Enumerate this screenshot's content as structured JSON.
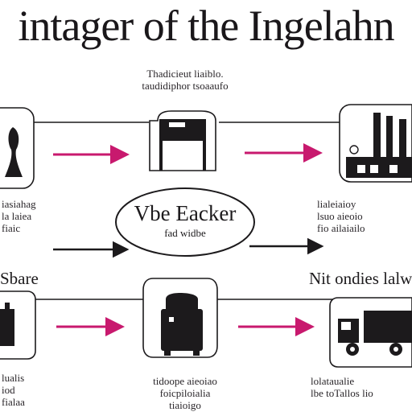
{
  "title": "intager of the Ingelahn",
  "top_caption": {
    "line1": "Thadicieut liaiblo.",
    "line2": "taudidiphor tsoaaufo"
  },
  "center": {
    "label": "Vbe Eacker",
    "sublabel": "fad widbe"
  },
  "left_captions": {
    "row1": [
      "iasiahag",
      "la laiea",
      "fiaic"
    ],
    "row2_head": "Sbare",
    "row3": [
      "lualis",
      "iod",
      "fialaa"
    ]
  },
  "right_captions": {
    "row1": [
      "lialeiaioy",
      "lsuo aieoio",
      "fio ailaiailo"
    ],
    "row2_head": "Nit ondies lalw",
    "row3": [
      "lolataualie",
      "lbe toTallos lio"
    ]
  },
  "bottom_caption": {
    "line1": "tidoope aieoiao",
    "line2": "foicpiloialia",
    "line3": "tiaioigo"
  },
  "colors": {
    "arrow_accent": "#c8196e",
    "line": "#1c1a1c",
    "text": "#2a262a"
  },
  "icons": [
    "vase-silhouette-icon",
    "oven-machine-icon",
    "factory-icon",
    "freezer-unit-icon",
    "truck-icon"
  ]
}
